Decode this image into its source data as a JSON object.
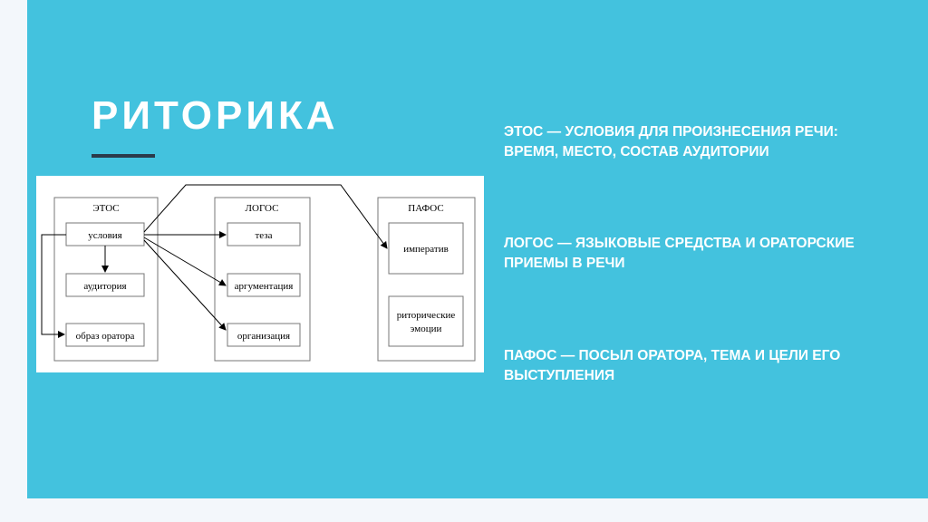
{
  "slide": {
    "title": "РИТОРИКА",
    "background_color": "#43c2de",
    "notes": [
      "ЭТОС — УСЛОВИЯ ДЛЯ ПРОИЗНЕСЕНИЯ РЕЧИ: ВРЕМЯ, МЕСТО, СОСТАВ АУДИТОРИИ",
      "ЛОГОС — ЯЗЫКОВЫЕ СРЕДСТВА И  ОРАТОРСКИЕ ПРИЕМЫ В РЕЧИ",
      "ПАФОС — ПОСЫЛ ОРАТОРА, ТЕМА И ЦЕЛИ ЕГО ВЫСТУПЛЕНИЯ"
    ]
  },
  "diagram": {
    "groups": [
      {
        "label": "ЭТОС",
        "items": [
          "условия",
          "аудитория",
          "образ оратора"
        ]
      },
      {
        "label": "ЛОГОС",
        "items": [
          "теза",
          "аргументация",
          "организация"
        ]
      },
      {
        "label": "ПАФОС",
        "items": [
          "императив",
          "риторические",
          "эмоции"
        ]
      }
    ]
  }
}
